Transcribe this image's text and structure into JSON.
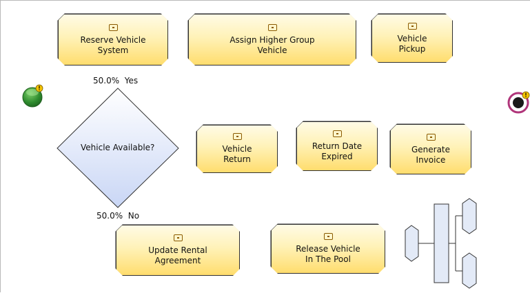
{
  "tasks": {
    "reserve_vehicle_system": "Reserve Vehicle\nSystem",
    "assign_higher_group_vehicle": "Assign Higher Group\nVehicle",
    "vehicle_pickup": "Vehicle\nPickup",
    "vehicle_return": "Vehicle\nReturn",
    "return_date_expired": "Return Date\nExpired",
    "generate_invoice": "Generate\nInvoice",
    "update_rental_agreement": "Update Rental\nAgreement",
    "release_vehicle_in_pool": "Release Vehicle\nIn The Pool"
  },
  "decision": {
    "label": "Vehicle Available?",
    "yes_label": "50.0%  Yes",
    "no_label": "50.0%  No"
  },
  "colors": {
    "task_fill_top": "#fffbe6",
    "task_fill_bottom": "#ffdd6e",
    "decision_fill_bottom": "#c9d6f5",
    "start_event": "#2e8b2e",
    "end_event_ring": "#b0357a",
    "warning": "#f5c400"
  },
  "icons": [
    "task-icon",
    "warning-icon",
    "start-event-icon",
    "end-event-icon",
    "join-gateway-icon"
  ]
}
